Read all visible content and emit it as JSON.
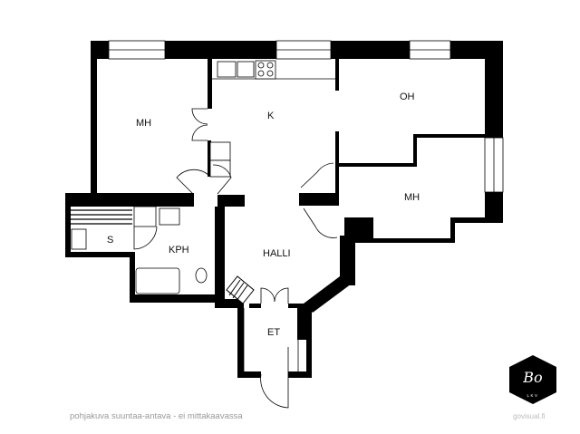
{
  "rooms": {
    "mh_left": "MH",
    "kitchen": "K",
    "oh": "OH",
    "mh_right": "MH",
    "sauna": "S",
    "bathroom": "KPH",
    "hall": "HALLI",
    "entry": "ET"
  },
  "footer": {
    "disclaimer": "pohjakuva suuntaa-antava - ei mittakaavassa",
    "site": "govisual.fi"
  },
  "logo": {
    "mark": "Bo",
    "sub": "LKV"
  },
  "colors": {
    "wall": "#000000",
    "text": "#999999"
  }
}
